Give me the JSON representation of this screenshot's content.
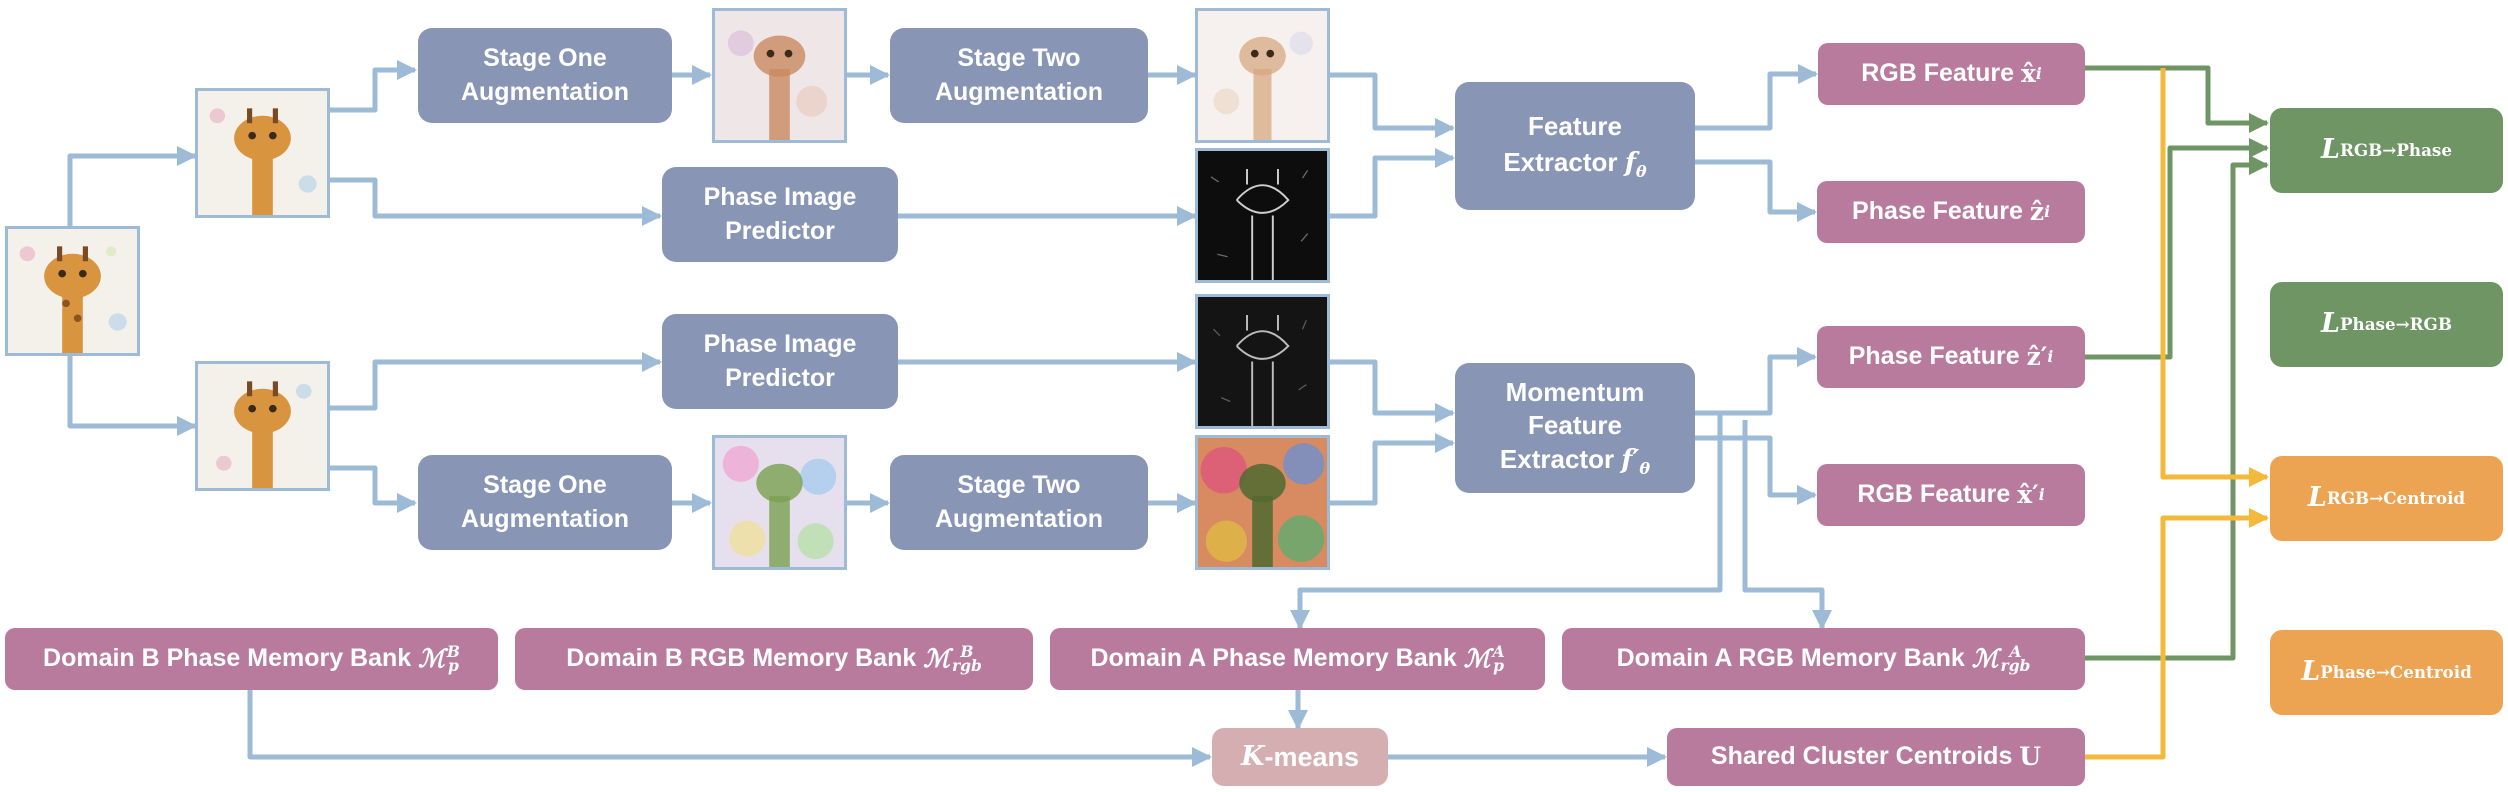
{
  "colors": {
    "connector_blue": "#9dbad6",
    "connector_green": "#6f9565",
    "connector_yellow": "#f2b93b",
    "process_box": "#8995b5",
    "feature_box": "#b87b9d",
    "loss_green": "#6f9565",
    "loss_orange": "#eda452",
    "kmeans_box": "#d4aeb0"
  },
  "images": {
    "input": "giraffe-input-image",
    "view_top": "giraffe-view-1",
    "view_bottom": "giraffe-view-2",
    "aug1_top": "stage-one-augmented-image-top",
    "aug2_top": "stage-two-augmented-image-top",
    "phase_top": "phase-image-top",
    "phase_bottom": "phase-image-bottom",
    "aug1_bottom": "stage-one-augmented-image-bottom",
    "aug2_bottom": "stage-two-augmented-image-bottom"
  },
  "boxes": {
    "stage_one_top": {
      "line1": "Stage One",
      "line2": "Augmentation"
    },
    "stage_two_top": {
      "line1": "Stage Two",
      "line2": "Augmentation"
    },
    "phase_predictor_top": {
      "line1": "Phase Image",
      "line2": "Predictor"
    },
    "phase_predictor_bottom": {
      "line1": "Phase Image",
      "line2": "Predictor"
    },
    "stage_one_bottom": {
      "line1": "Stage One",
      "line2": "Augmentation"
    },
    "stage_two_bottom": {
      "line1": "Stage Two",
      "line2": "Augmentation"
    },
    "feature_extractor": {
      "line1": "Feature",
      "line2": "Extractor",
      "symbol": "f",
      "sub": "θ"
    },
    "momentum_extractor": {
      "line1": "Momentum",
      "line2": "Feature",
      "line3": "Extractor",
      "symbol": "f′",
      "sub": "θ"
    },
    "kmeans": {
      "symbol": "K",
      "text": "-means"
    }
  },
  "features": {
    "rgb_top": {
      "label": "RGB Feature",
      "symbol": "x̂",
      "sub": "i"
    },
    "phase_top": {
      "label": "Phase Feature",
      "symbol": "ẑ",
      "sub": "i"
    },
    "phase_bottom": {
      "label": "Phase Feature",
      "symbol": "ẑ′",
      "sub": "i"
    },
    "rgb_bottom": {
      "label": "RGB Feature",
      "symbol": "x̂′",
      "sub": "i"
    }
  },
  "memory_banks": {
    "b_phase": {
      "label": "Domain B Phase Memory Bank",
      "symbol": "ℳ",
      "sub": "p",
      "sup": "B"
    },
    "b_rgb": {
      "label": "Domain B RGB Memory Bank",
      "symbol": "ℳ",
      "sub": "rgb",
      "sup": "B"
    },
    "a_phase": {
      "label": "Domain A Phase Memory Bank",
      "symbol": "ℳ",
      "sub": "p",
      "sup": "A"
    },
    "a_rgb": {
      "label": "Domain A RGB Memory Bank",
      "symbol": "ℳ",
      "sub": "rgb",
      "sup": "A"
    },
    "centroids": {
      "label": "Shared Cluster Centroids",
      "symbol": "U"
    }
  },
  "losses": {
    "rgb_phase": {
      "symbol": "L",
      "sub": "RGB→Phase"
    },
    "phase_rgb": {
      "symbol": "L",
      "sub": "Phase→RGB"
    },
    "rgb_centroid": {
      "symbol": "L",
      "sub": "RGB→Centroid"
    },
    "phase_centroid": {
      "symbol": "L",
      "sub": "Phase→Centroid"
    }
  }
}
